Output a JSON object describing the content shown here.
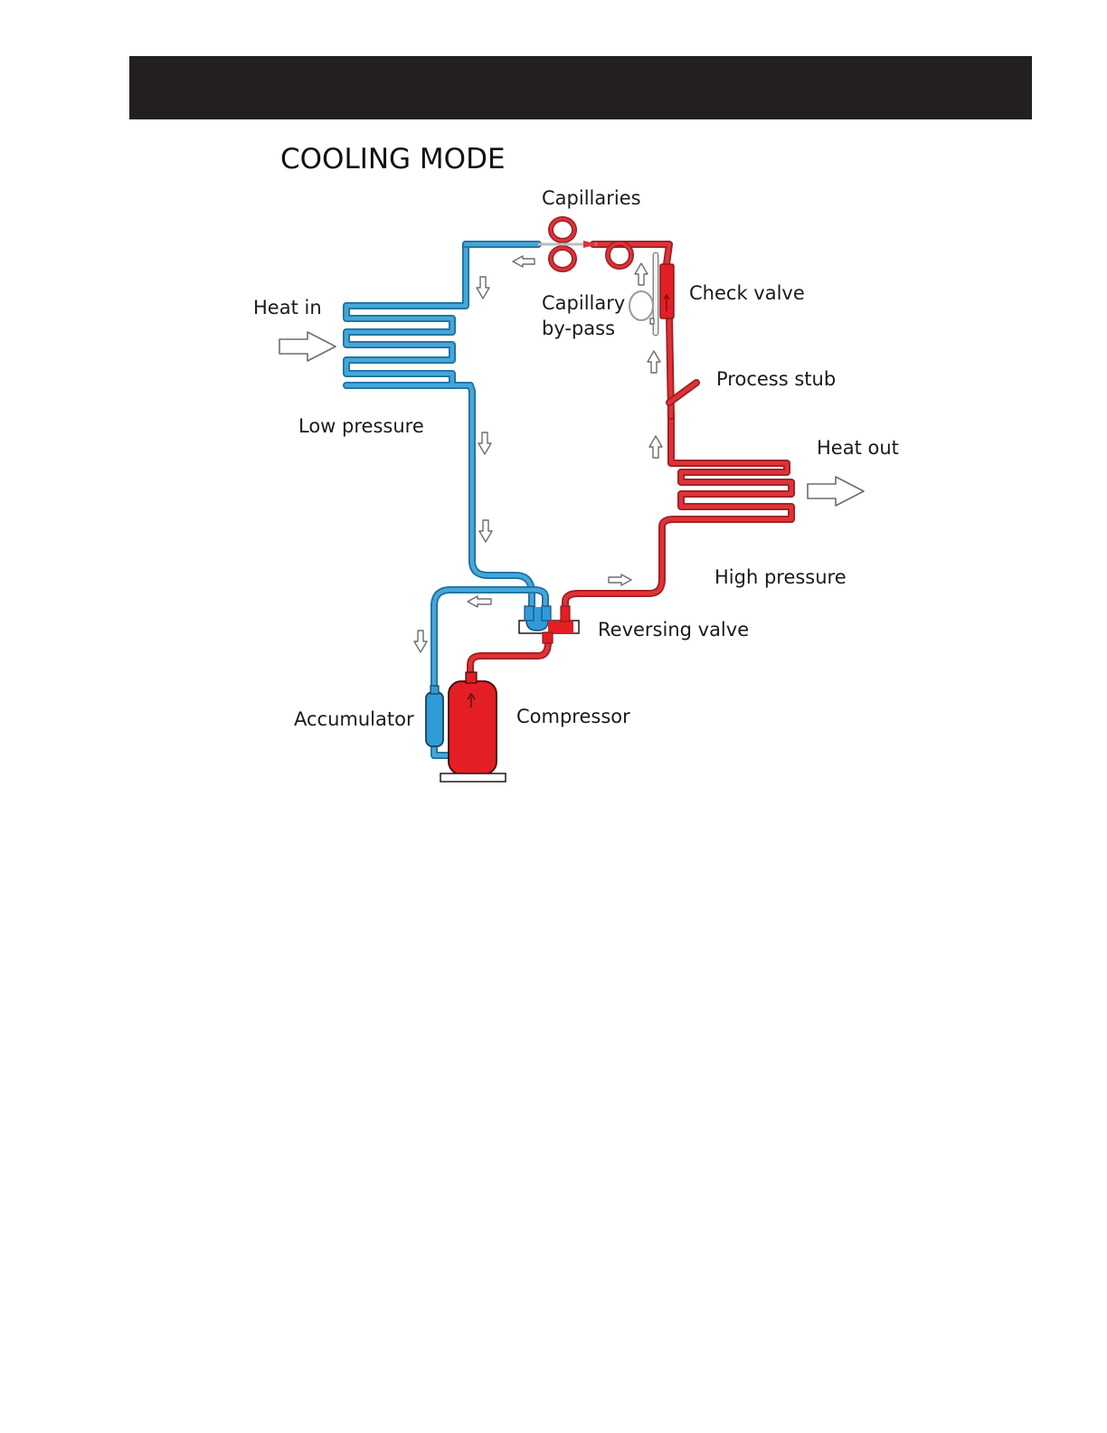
{
  "header": {
    "color": "#231f20"
  },
  "diagram": {
    "title": "COOLING MODE",
    "labels": {
      "capillaries": "Capillaries",
      "check_valve": "Check valve",
      "capillary_bypass_line1": "Capillary",
      "capillary_bypass_line2": "by-pass",
      "heat_in": "Heat in",
      "process_stub": "Process stub",
      "low_pressure": "Low pressure",
      "heat_out": "Heat out",
      "high_pressure": "High pressure",
      "reversing_valve": "Reversing valve",
      "accumulator": "Accumulator",
      "compressor": "Compressor"
    },
    "colors": {
      "low_pressure_line": "#44a7d9",
      "high_pressure_line": "#e03238",
      "compressor": "#e31e24",
      "accumulator": "#2f9bd8"
    },
    "icons": [
      "flow-direction-arrow",
      "heat-flow-arrow"
    ]
  }
}
